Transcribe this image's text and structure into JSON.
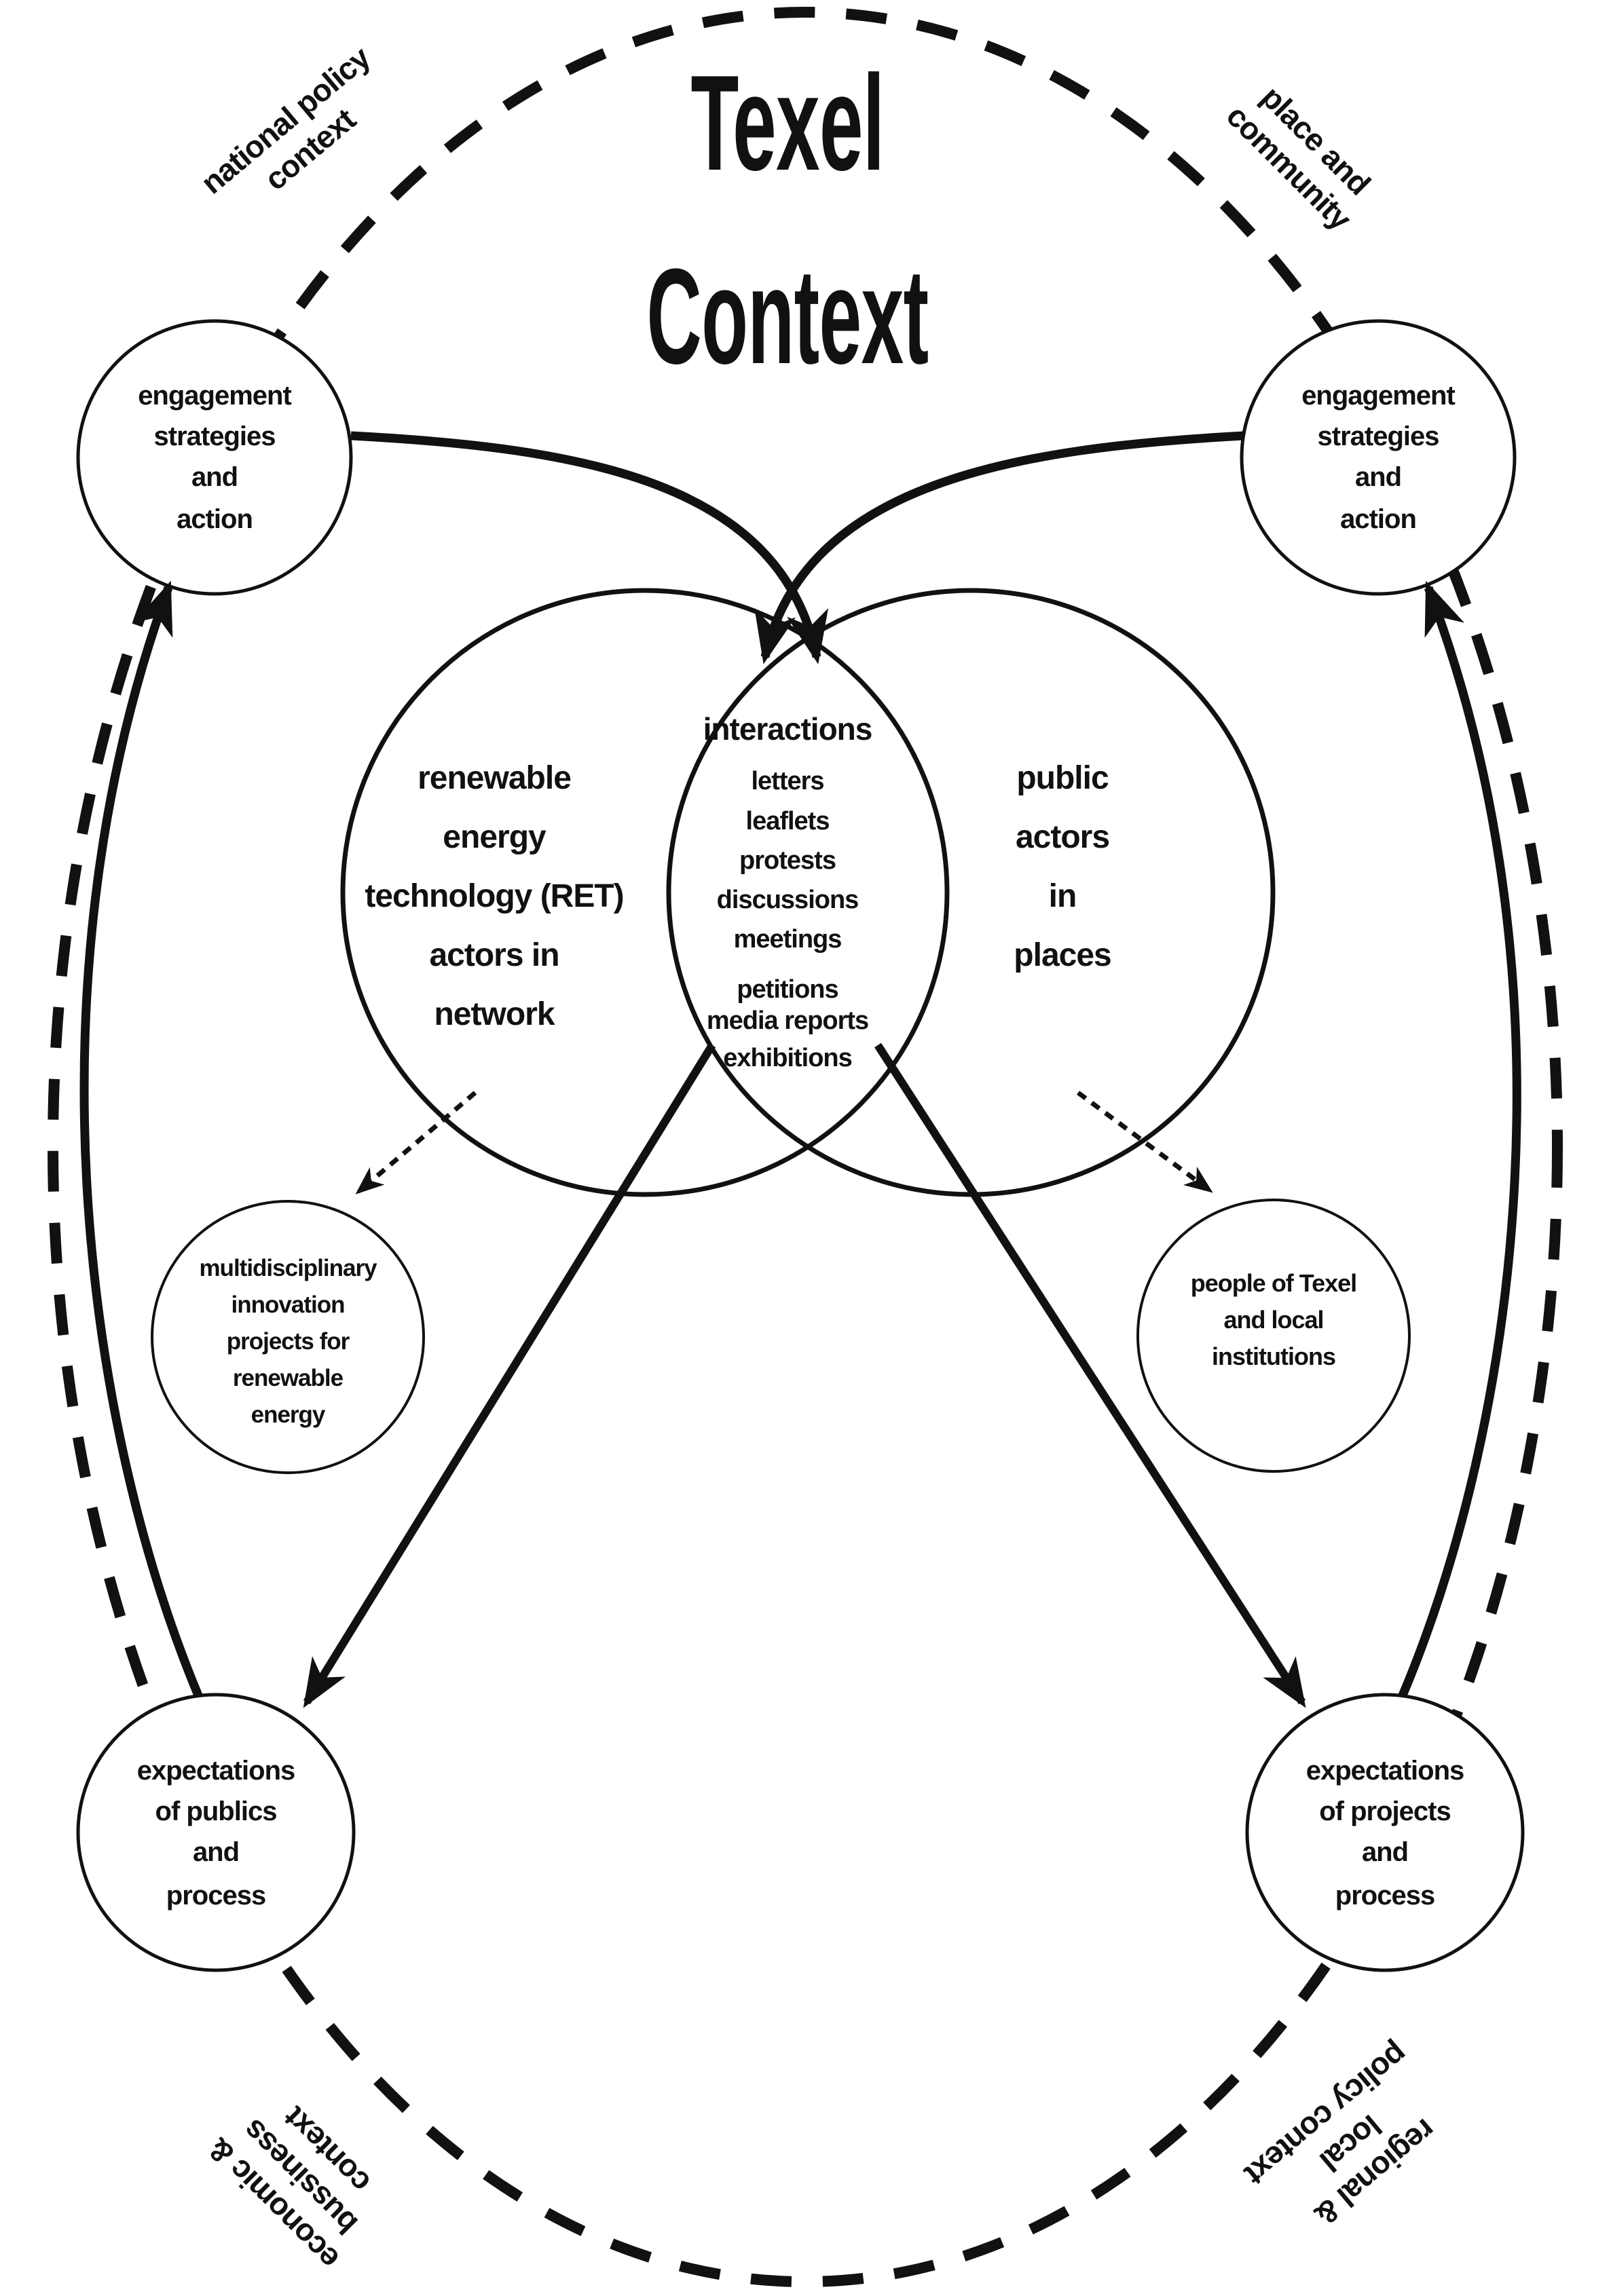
{
  "title": {
    "lines": [
      "Texel",
      "Context"
    ]
  },
  "context_labels": {
    "top_left": {
      "lines": [
        "national policy",
        "context"
      ]
    },
    "top_right": {
      "lines": [
        "place and",
        "community"
      ]
    },
    "bottom_left": {
      "lines": [
        "economic &",
        "bussiness",
        "context"
      ]
    },
    "bottom_right": {
      "lines": [
        "regional &",
        "local",
        "policy context"
      ]
    }
  },
  "circles": {
    "engagement_left": {
      "lines": [
        "engagement",
        "strategies",
        "and",
        "action"
      ]
    },
    "engagement_right": {
      "lines": [
        "engagement",
        "strategies",
        "and",
        "action"
      ]
    },
    "ret_network": {
      "lines": [
        "renewable",
        "energy",
        "technology (RET)",
        "actors in",
        "network"
      ]
    },
    "public_actors": {
      "lines": [
        "public",
        "actors",
        "in",
        "places"
      ]
    },
    "interactions": {
      "title": "interactions",
      "items": [
        "letters",
        "leaflets",
        "protests",
        "discussions",
        "meetings",
        "petitions",
        "media reports",
        "exhibitions"
      ]
    },
    "innovation_projects": {
      "lines": [
        "multidisciplinary",
        "innovation",
        "projects for",
        "renewable",
        "energy"
      ]
    },
    "people_texel": {
      "lines": [
        "people of Texel",
        "and local",
        "institutions"
      ]
    },
    "expectations_publics": {
      "lines": [
        "expectations",
        "of publics",
        "and",
        "process"
      ]
    },
    "expectations_projects": {
      "lines": [
        "expectations",
        "of projects",
        "and",
        "process"
      ]
    }
  },
  "colors": {
    "ink": "#111111",
    "background": "#ffffff"
  }
}
